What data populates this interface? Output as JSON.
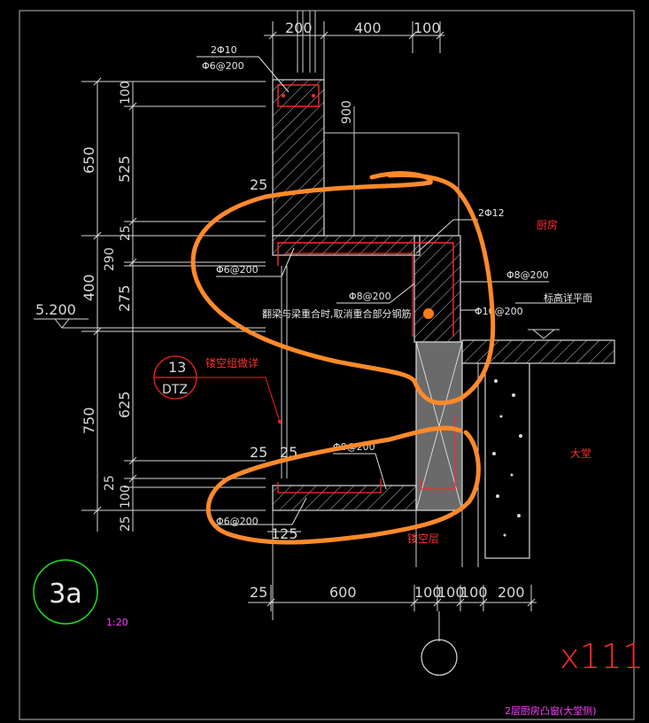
{
  "colors": {
    "background": "#000000",
    "dimension": "#d8d8d8",
    "hatch": "#bfbfbf",
    "rebar": "#ff2a2a",
    "annotation_orange": "#ff8a2a",
    "detail_circle": "#ff2020",
    "title_circle": "#22dd22",
    "magenta": "#ff3dff",
    "gray_fill": "#6a6a6a"
  },
  "top_dims": [
    "200",
    "400",
    "100"
  ],
  "left_dims": {
    "outer": [
      "650",
      "400",
      "750"
    ],
    "inner": [
      "100",
      "525",
      "25",
      "290",
      "275",
      "625",
      "25",
      "100",
      "25"
    ]
  },
  "small_dims": {
    "d25_a": "25",
    "d25_b": "25",
    "d25_c": "25",
    "d25_d": "25",
    "d900": "900",
    "d125": "125"
  },
  "bottom_dims": [
    "25",
    "600",
    "100",
    "100",
    "100",
    "200"
  ],
  "elevation": "5.200",
  "rebar_labels": {
    "top_bars": "2Φ10",
    "top_stirrup": "Φ6@200",
    "corner_bars": "2Φ12",
    "slab_left": "Φ6@200",
    "mid_bar": "Φ8@200",
    "side_bar": "Φ8@200",
    "side_bar2": "Φ10@200",
    "bottom_slab": "Φ8@200",
    "bottom_left": "Φ6@200"
  },
  "notes": {
    "beam_note": "翻梁与梁重合时,取消重合部分钢筋",
    "kitchen": "厨房",
    "floor_level": "标高详平面",
    "hall": "大堂",
    "void_layer": "镂空层",
    "hollow_detail": "镂空组做详"
  },
  "detail_ref": {
    "number": "13",
    "sheet": "DTZ"
  },
  "title": {
    "label": "3a",
    "scale": "1:20",
    "caption": "2层厨房凸窗(大堂侧)"
  },
  "handwriting": "x111"
}
